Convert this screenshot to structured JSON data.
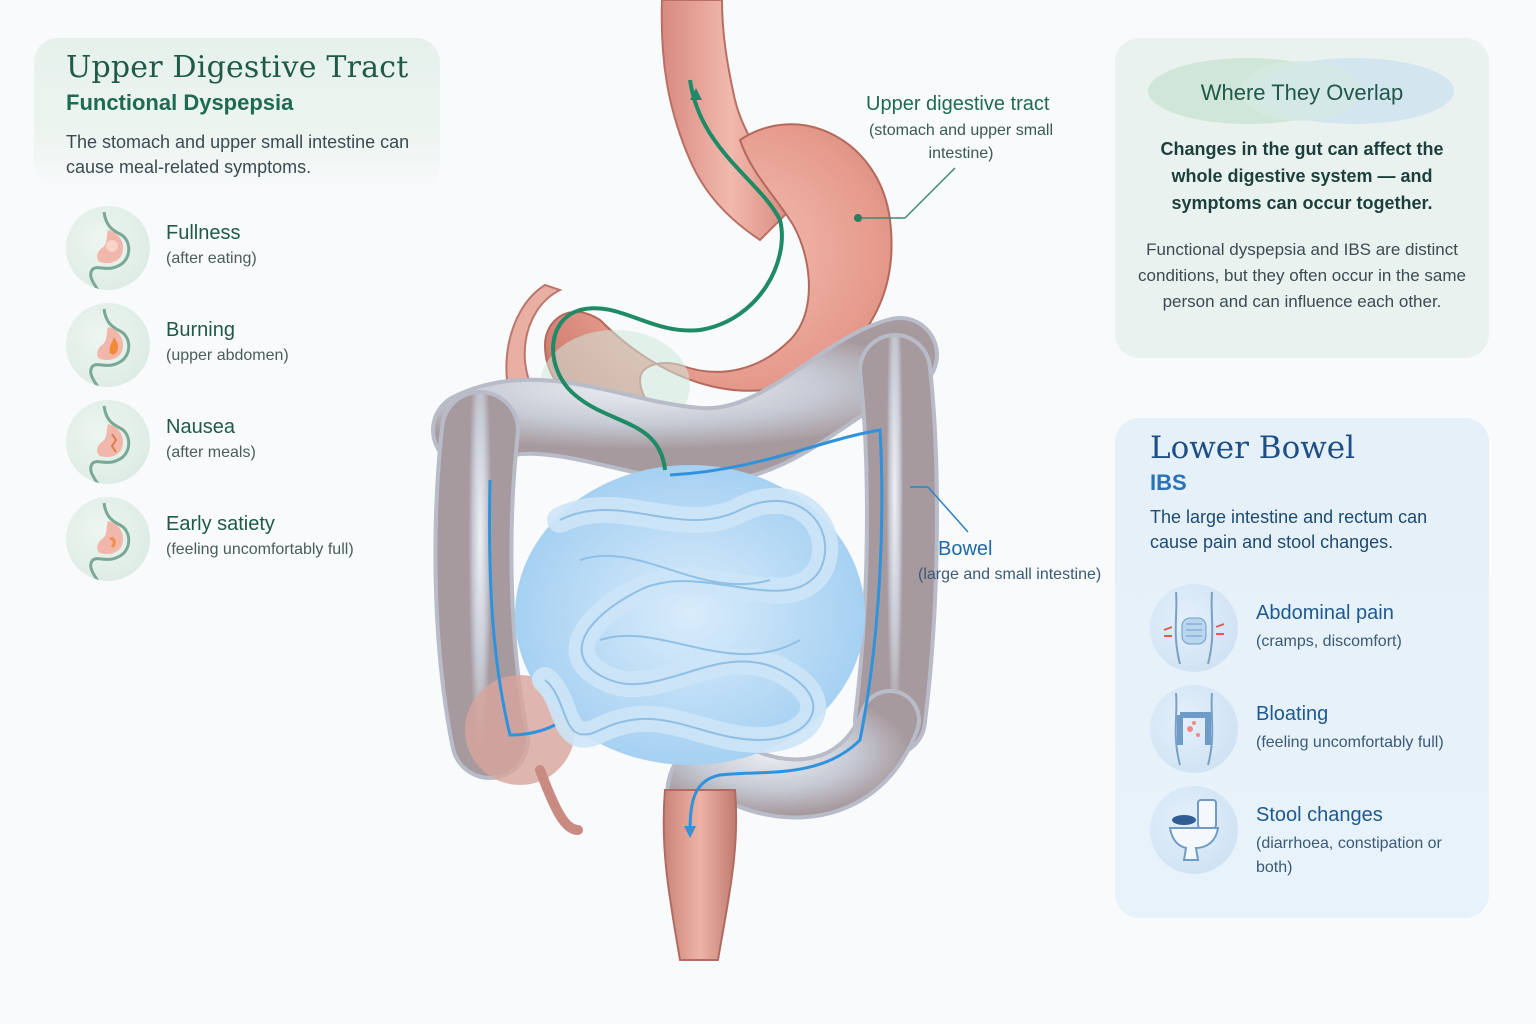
{
  "upper": {
    "title": "Upper Digestive Tract",
    "subtitle": "Functional Dyspepsia",
    "description": "The stomach and upper small intestine can cause meal-related symptoms.",
    "symptoms": [
      {
        "name": "Fullness",
        "note": "(after eating)",
        "icon": "stomach-fullness-icon"
      },
      {
        "name": "Burning",
        "note": "(upper abdomen)",
        "icon": "stomach-burning-icon"
      },
      {
        "name": "Nausea",
        "note": "(after meals)",
        "icon": "stomach-nausea-icon"
      },
      {
        "name": "Early satiety",
        "note": "(feeling uncomfortably full)",
        "icon": "stomach-satiety-icon"
      }
    ]
  },
  "diagram": {
    "upper_label": "Upper digestive tract",
    "upper_note": "(stomach and upper small intestine)",
    "bowel_label": "Bowel",
    "bowel_note": "(large and small intestine)"
  },
  "overlap": {
    "title": "Where They Overlap",
    "lead": "Changes in the gut can affect the whole digestive system — and symptoms can occur together.",
    "body": "Functional dyspepsia and IBS are distinct conditions, but they often occur in the same person and can influence each other."
  },
  "lower": {
    "title": "Lower Bowel",
    "subtitle": "IBS",
    "description": "The large intestine and rectum can cause pain and stool changes.",
    "symptoms": [
      {
        "name": "Abdominal pain",
        "note": "(cramps, discomfort)",
        "icon": "abdomen-pain-icon"
      },
      {
        "name": "Bloating",
        "note": "(feeling uncomfortably full)",
        "icon": "bloating-icon"
      },
      {
        "name": "Stool changes",
        "note": "(diarrhoea, constipation or both)",
        "icon": "toilet-icon"
      }
    ]
  },
  "colors": {
    "upper_accent": "#1f6a52",
    "lower_accent": "#1f6aa8",
    "stomach": "#e39a8c",
    "small_intestine": "#a9d3f3",
    "colon": "#c9cdd6"
  }
}
